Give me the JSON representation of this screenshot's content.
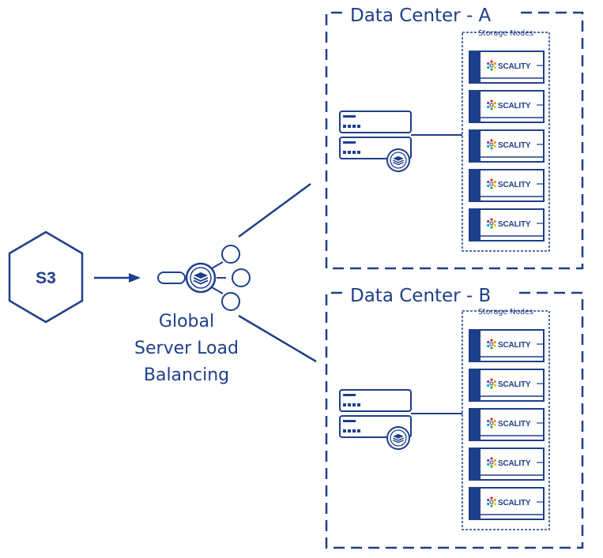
{
  "colors": {
    "primary": "#1e3f8a",
    "scality_petals": [
      "#e4202e",
      "#f39200",
      "#f7c600",
      "#3aaa35",
      "#00a0c6",
      "#7b3f98"
    ]
  },
  "s3": {
    "label": "S3",
    "icon": "s3-hexagon-icon"
  },
  "gslb": {
    "label_lines": [
      "Global",
      "Server Load",
      "Balancing"
    ],
    "icon": "load-balancer-icon"
  },
  "datacenters": [
    {
      "title": "Data Center - A",
      "storage_title": "Storage Nodes",
      "nodes": [
        "SCALITY",
        "SCALITY",
        "SCALITY",
        "SCALITY",
        "SCALITY"
      ]
    },
    {
      "title": "Data Center - B",
      "storage_title": "Storage Nodes",
      "nodes": [
        "SCALITY",
        "SCALITY",
        "SCALITY",
        "SCALITY",
        "SCALITY"
      ]
    }
  ]
}
